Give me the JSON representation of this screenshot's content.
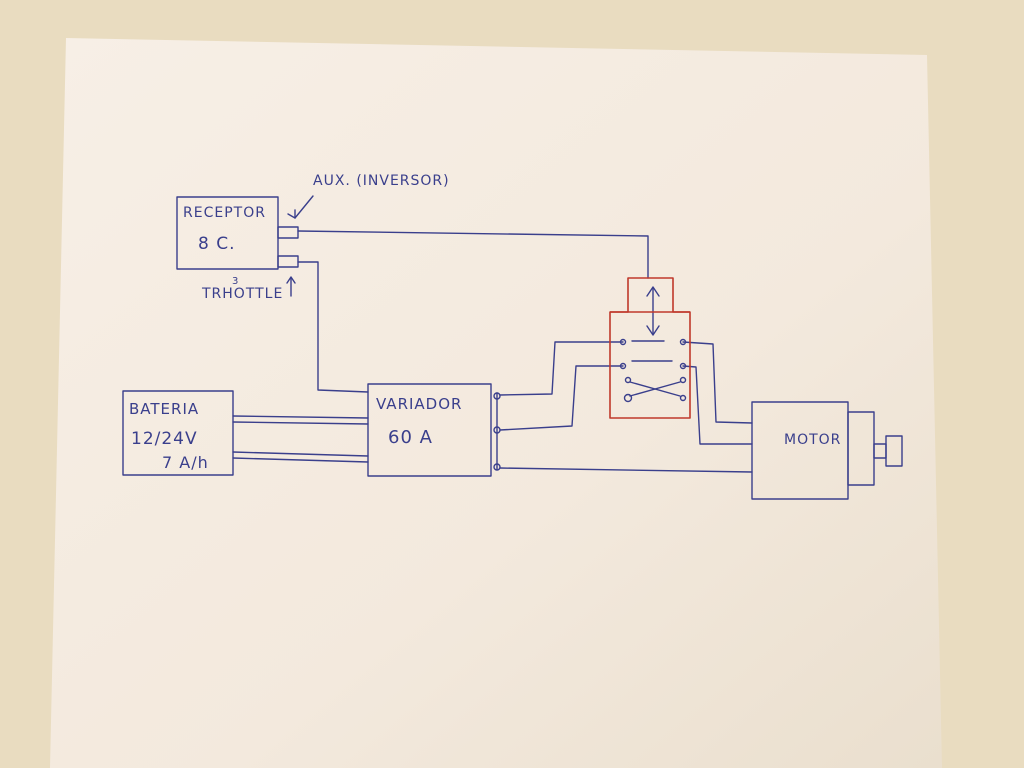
{
  "labels": {
    "receptor_title": "RECEPTOR",
    "receptor_channels": "8 C.",
    "aux_label": "AUX. (INVERSOR)",
    "throttle_label": "TRHOTTLE",
    "throttle_channel": "3",
    "bateria_title": "BATERIA",
    "bateria_voltage": "12/24V",
    "bateria_capacity": "7 A/h",
    "variador_title": "VARIADOR",
    "variador_current": "60 A",
    "motor_title": "MOTOR"
  },
  "colors": {
    "ink_blue": "#3a3f8c",
    "ink_red": "#c0392b"
  }
}
